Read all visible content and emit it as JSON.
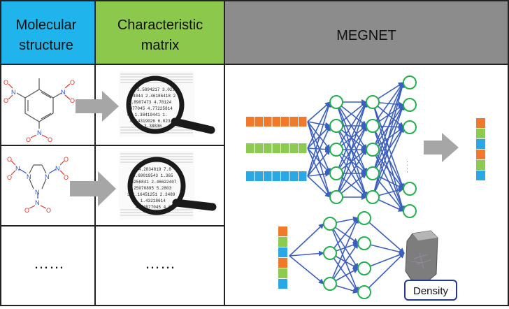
{
  "headers": {
    "molecular_structure": [
      "Molecular",
      "structure"
    ],
    "characteristic_matrix": [
      "Characteristic",
      "matrix"
    ],
    "megnet": "MEGNET"
  },
  "ellipsis": "……",
  "output_label": "Density",
  "colors": {
    "header_blue": "#1fb4ec",
    "header_green": "#8cc84b",
    "header_gray": "#8c8c8c",
    "vec_orange": "#f07a2c",
    "vec_green": "#8ccb4f",
    "vec_blue": "#2aa8e6",
    "network_line": "#3a5fbf",
    "node_border": "#22b14c",
    "arrow_gray": "#a6a6a6",
    "atom_red": "#e0302a",
    "atom_blue": "#2a4fd6"
  },
  "matrix_1": {
    "lines": [
      "3.5894217 3.023",
      "4044 2.46186418 2",
      "4.8907473 4.78124",
      "8977045 4.77225814",
      "0.     1.38419441 1.",
      "6.14319026 6.023",
      "3.38836"
    ]
  },
  "matrix_2": {
    "lines": [
      "4.2834819 7.8",
      "4.69019543 1.365",
      "86256841 2.46622407",
      "4.25070895 5.2803",
      "3.1.16451251 2.3489",
      "0.      1.43218614",
      "4.74977045 4.6"
    ]
  },
  "molecule_1": {
    "atoms": [
      "N",
      "O",
      "O",
      "N",
      "O",
      "O",
      "N",
      "O",
      "O"
    ]
  },
  "molecule_2": {
    "atoms": [
      "N",
      "N",
      "N",
      "O",
      "N",
      "O",
      "O",
      "N",
      "O",
      "O",
      "N",
      "O"
    ]
  },
  "network": {
    "vertical_ellipsis": "· · · ·"
  }
}
